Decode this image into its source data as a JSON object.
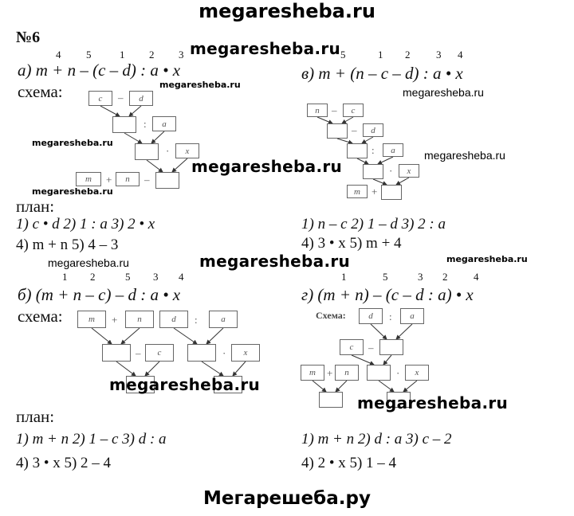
{
  "header": "megaresheba.ru",
  "footer": "Мегарешеба.ру",
  "number": "№6",
  "watermark": "megaresheba.ru",
  "scheme_label": "схема:",
  "scheme_label_g": "Схема:",
  "plan_label": "план:",
  "a": {
    "nums": [
      "4",
      "5",
      "1",
      "2",
      "3"
    ],
    "formula": "а) m + n – (c – d) : a • x",
    "plan1": "1) c • d   2) 1 : a   3) 2 • x",
    "plan2": "4) m + n   5) 4 – 3",
    "boxes": [
      "c",
      "d",
      "",
      "a",
      "",
      "x",
      "m",
      "n",
      ""
    ],
    "ops": [
      "–",
      ":",
      "·",
      "+",
      "–"
    ]
  },
  "v": {
    "nums": [
      "5",
      "1",
      "2",
      "3",
      "4"
    ],
    "formula": "в) m + (n – c – d) : a • x",
    "plan1": "1) n – c   2) 1 – d   3) 2 : a",
    "plan2": "4) 3 • x   5) m + 4",
    "boxes": [
      "n",
      "c",
      "",
      "d",
      "",
      "a",
      "",
      "x",
      "m",
      ""
    ],
    "ops": [
      "–",
      "–",
      ":",
      "·",
      "+"
    ]
  },
  "b": {
    "nums": [
      "1",
      "2",
      "5",
      "3",
      "4"
    ],
    "formula": "б) (m + n – c) – d : a • x",
    "plan1": "1) m + n   2) 1 – c   3) d : a",
    "plan2": "4) 3 • x   5) 2 – 4",
    "boxes": [
      "m",
      "n",
      "d",
      "a",
      "",
      "c",
      "",
      "x",
      "",
      ""
    ],
    "ops": [
      "+",
      ":",
      "–",
      "·"
    ]
  },
  "g": {
    "nums": [
      "1",
      "5",
      "3",
      "2",
      "4"
    ],
    "formula": "г) (m + n) – (c – d : a) • x",
    "plan1": "1) m + n   2) d : a   3) c – 2",
    "plan2": "4) 2 • x   5) 1 – 4",
    "boxes": [
      "d",
      "a",
      "c",
      "",
      "m",
      "n",
      "",
      "x",
      "",
      ""
    ],
    "ops": [
      ":",
      "–",
      "+",
      "·"
    ]
  }
}
